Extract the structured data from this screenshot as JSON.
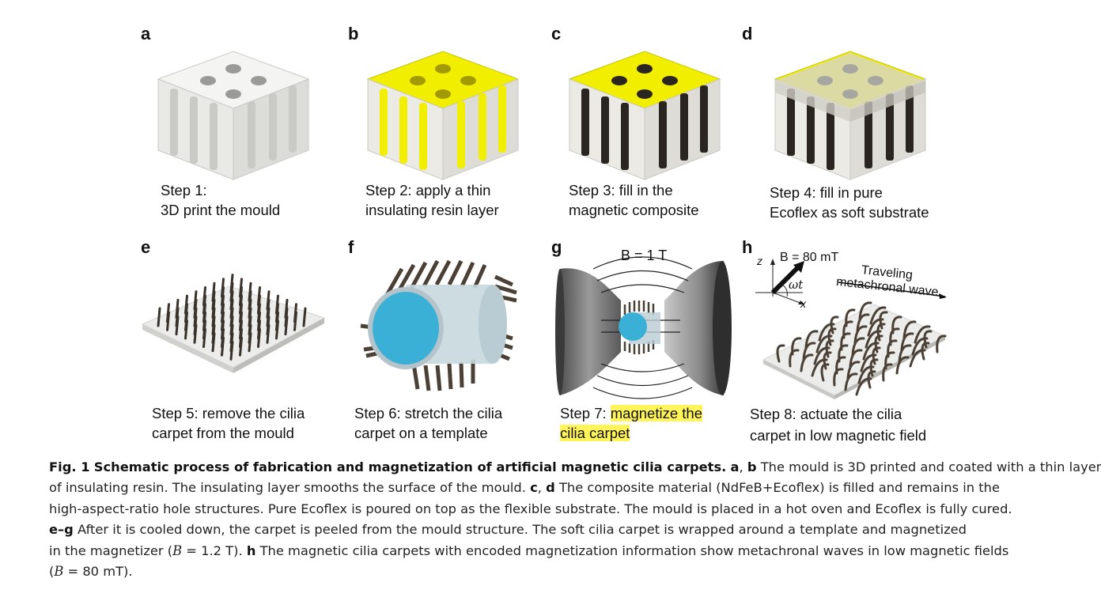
{
  "panels": [
    {
      "label": "a",
      "step_line1": "Step 1:",
      "step_line2": "3D print the mould"
    },
    {
      "label": "b",
      "step_line1": "Step 2: apply a thin",
      "step_line2": "insulating resin layer"
    },
    {
      "label": "c",
      "step_line1": "Step 3: fill in the",
      "step_line2": "magnetic composite"
    },
    {
      "label": "d",
      "step_line1": "Step 4: fill in pure",
      "step_line2": "Ecoflex as soft substrate"
    },
    {
      "label": "e",
      "step_line1": "Step 5: remove the cilia",
      "step_line2": "carpet from the mould"
    },
    {
      "label": "f",
      "step_line1": "Step 6: stretch the cilia",
      "step_line2": "carpet on a template"
    },
    {
      "label": "g",
      "step_line1_plain": "Step 7: ",
      "step_line1_hl": "magnetize the",
      "step_line2_hl": "cilia carpet"
    },
    {
      "label": "h",
      "step_line1": "Step 8: actuate the cilia",
      "step_line2": "carpet in low magnetic field"
    }
  ],
  "panel_g": {
    "field_label": "B = 1 T"
  },
  "panel_h": {
    "field_label": "B = 80 mT",
    "axis_z": "z",
    "axis_x": "x",
    "angle_label": "ωt",
    "wave_line1": "Traveling",
    "wave_line2": "metachronal wave"
  },
  "caption": {
    "fig_label": "Fig. 1",
    "title": "Schematic process of fabrication and magnetization of artificial magnetic cilia carpets.",
    "ref_a": "a",
    "comma1": ", ",
    "ref_b": "b",
    "text1": " The mould is 3D printed and coated with a thin layer",
    "line2": "of insulating resin. The insulating layer smooths the surface of the mould. ",
    "ref_c": "c",
    "comma2": ", ",
    "ref_d": "d",
    "text2": " The composite material (NdFeB+Ecoflex) is filled and remains in the",
    "line3": "high-aspect-ratio hole structures. Pure Ecoflex is poured on top as the flexible substrate. The mould is placed in a hot oven and Ecoflex is fully cured.",
    "ref_eg": "e–g",
    "text4": " After it is cooled down, the carpet is peeled from the mould structure. The soft cilia carpet is wrapped around a template and magnetized",
    "line5a": "in the magnetizer (",
    "line5_sym": "B",
    "line5b": " = 1.2 T). ",
    "ref_h": "h",
    "text5": " The magnetic cilia carpets with encoded magnetization information show metachronal waves in low magnetic fields",
    "line6a": "(",
    "line6_sym": "B",
    "line6b": " = 80 mT)."
  },
  "colors": {
    "resin": "#f2ee00",
    "composite": "#2a2520",
    "template": "#3ab0d6",
    "highlight": "#fff45a"
  }
}
